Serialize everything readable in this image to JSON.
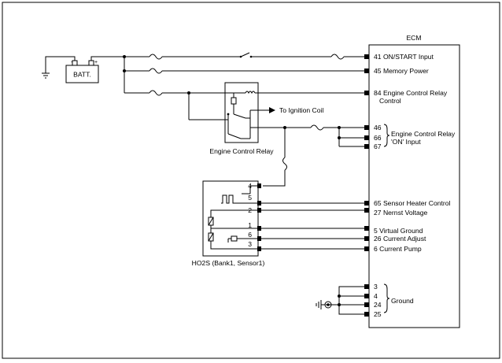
{
  "frame": {},
  "battery": {
    "label": "BATT."
  },
  "ecm": {
    "title": "ECM",
    "pins": {
      "p41": "41 ON/START Input",
      "p45": "45 Memory Power",
      "p84_line1": "84 Engine Control Relay",
      "p84_line2": "Control",
      "p46": "46",
      "p66": "66",
      "p67": "67",
      "relay_on_line1": "Engine Control Relay",
      "relay_on_line2": "'ON' Input",
      "p65": "65 Sensor Heater Control",
      "p27": "27 Nernst Voltage",
      "p5": "5 Virtual Ground",
      "p26": "26 Current Adjust",
      "p6": "6 Current Pump",
      "g3": "3",
      "g4": "4",
      "g24": "24",
      "g25": "25",
      "ground": "Ground"
    }
  },
  "relay": {
    "label": "Engine Control Relay",
    "to_ignition": "To Ignition Coil"
  },
  "sensor": {
    "label": "HO2S (Bank1, Sensor1)",
    "pins": {
      "p4": "4",
      "p5": "5",
      "p2": "2",
      "p1": "1",
      "p6": "6",
      "p3": "3"
    }
  }
}
